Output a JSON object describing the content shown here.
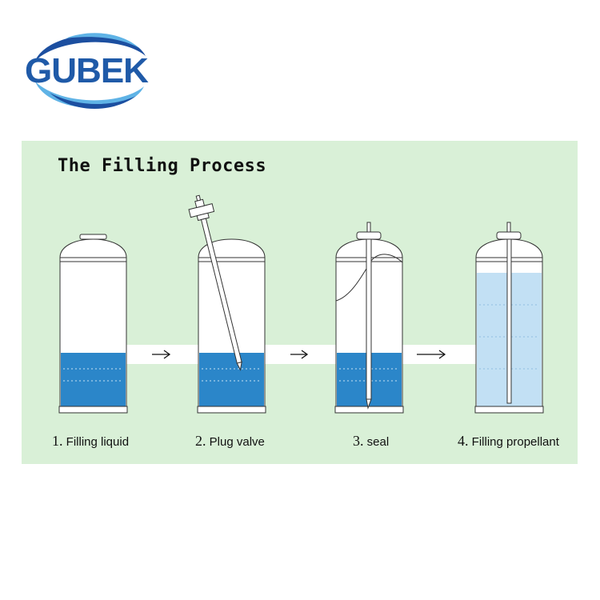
{
  "logo": {
    "text": "GUBEK",
    "colors": {
      "text": "#1f5aa8",
      "ring_dark": "#1c4fa0",
      "ring_light": "#5fb3e6"
    }
  },
  "title": "The Filling Process",
  "steps": [
    {
      "number": "1.",
      "label": "Filling liquid"
    },
    {
      "number": "2.",
      "label": "Plug valve"
    },
    {
      "number": "3.",
      "label": "seal"
    },
    {
      "number": "4.",
      "label": "Filling propellant"
    }
  ],
  "colors": {
    "background": "#d9f0d7",
    "liquid": "#2b86c9",
    "propellant": "#c2e0f4",
    "outline": "#333333"
  }
}
